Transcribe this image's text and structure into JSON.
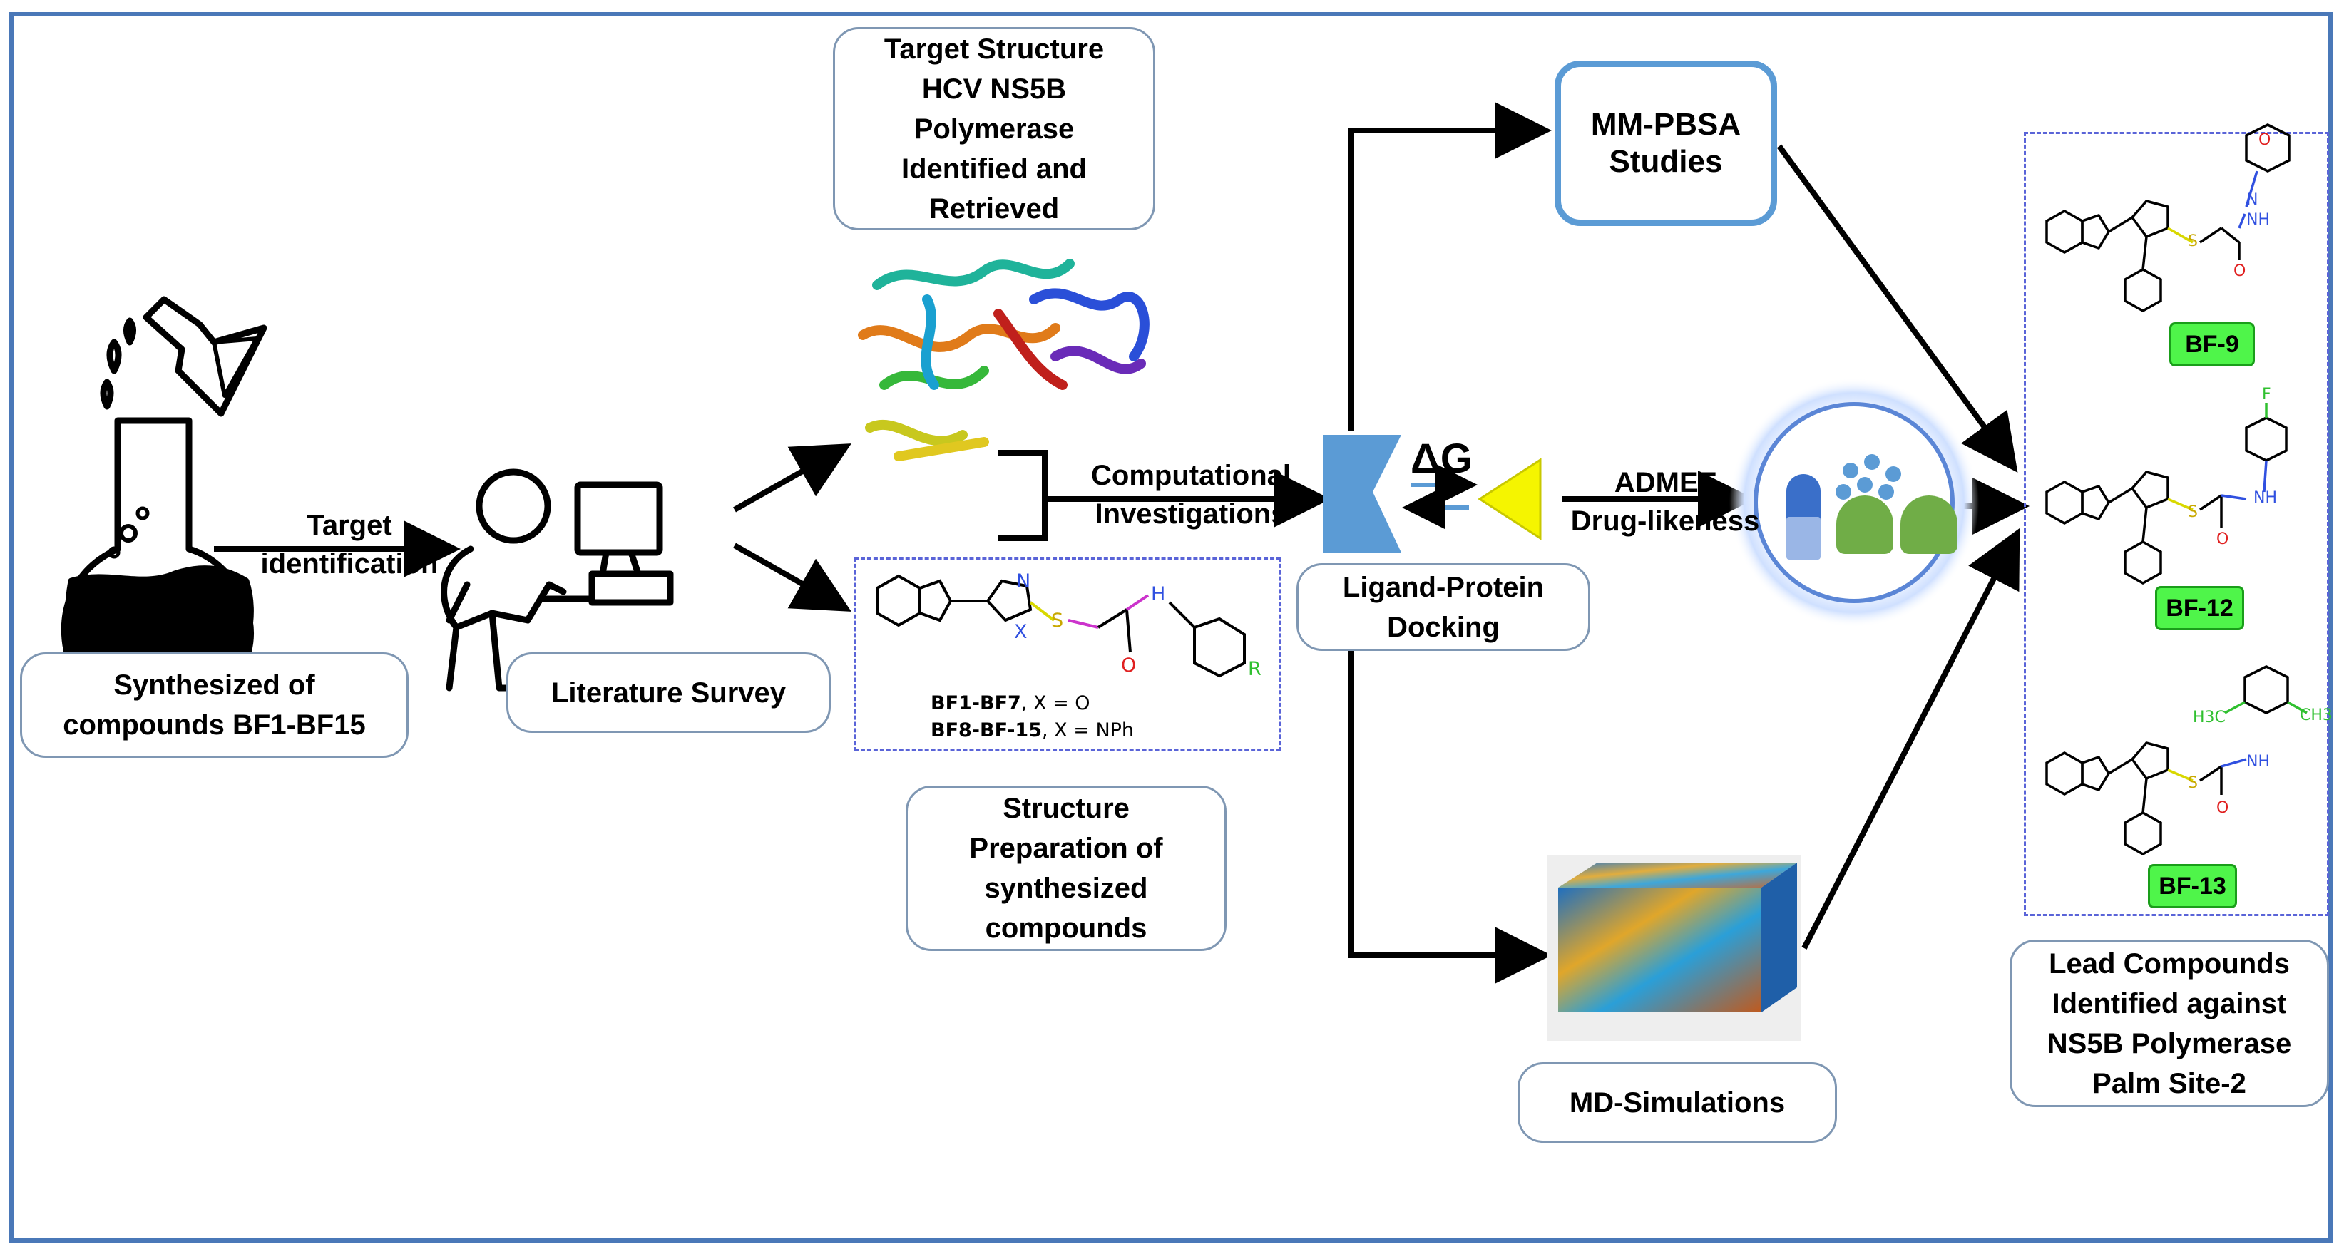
{
  "boxes": {
    "synthesized": "Synthesized of\ncompounds BF1-BF15",
    "literature": "Literature Survey",
    "target_structure": "Target Structure\nHCV NS5B\nPolymerase\nIdentified and\nRetrieved",
    "structure_prep": "Structure\nPreparation of\nsynthesized\ncompounds",
    "docking": "Ligand-Protein\nDocking",
    "mmpbsa": "MM-PBSA\nStudies",
    "md": "MD-Simulations",
    "lead": "Lead Compounds\nIdentified against\nNS5B Polymerase\nPalm Site-2"
  },
  "labels": {
    "target_identification": "Target\nidentification",
    "computational": "Computational\nInvestigations",
    "admet": "ADMET\nDrug-likeness",
    "delta_g": "ΔG"
  },
  "scaffold": {
    "line1_bold": "BF1-BF7",
    "line1_rest": ", X = O",
    "line2_bold": "BF8-BF-15",
    "line2_rest": ", X = NPh",
    "atom_n": "N",
    "atom_x": "X",
    "atom_s": "S",
    "atom_o": "O",
    "atom_nh_h": "H",
    "atom_r": "R"
  },
  "leads": [
    {
      "name": "BF-9"
    },
    {
      "name": "BF-12"
    },
    {
      "name": "BF-13"
    }
  ],
  "lead_atoms": {
    "n": "N",
    "o": "O",
    "s": "S",
    "nh": "NH",
    "f": "F",
    "h3c": "H3C",
    "ch3": "CH3"
  },
  "colors": {
    "frame": "#4a78b8",
    "box_border": "#7f97b3",
    "mmpbsa_border": "#5b9bd5",
    "docking_blue": "#5b9bd5",
    "ligand_yellow": "#f5f500",
    "lead_chip": "#4ff54a",
    "dashed": "#5a64d8"
  }
}
